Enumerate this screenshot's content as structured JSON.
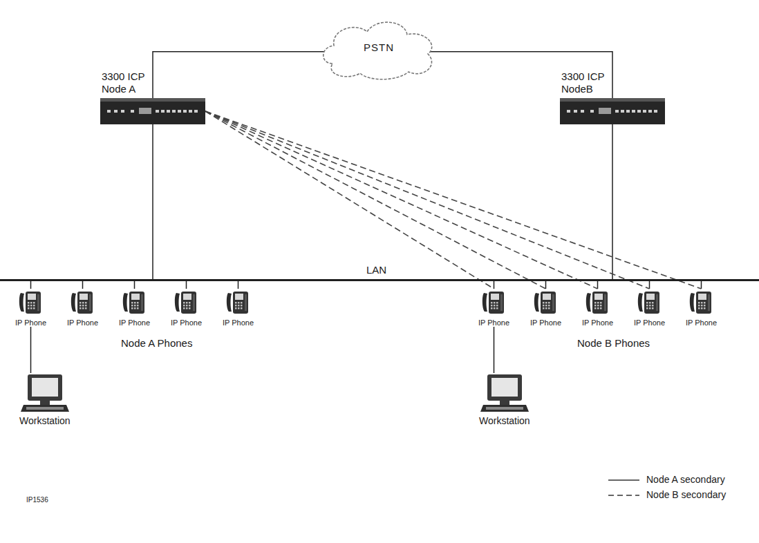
{
  "diagram": {
    "nodes": [
      {
        "text": [
          "PSTN"
        ]
      },
      {
        "text": [
          "3300 ICP Node A"
        ]
      },
      {
        "text": [
          "3300 ICP NodeB"
        ]
      },
      {
        "text": [
          "LAN"
        ]
      },
      {
        "text": [
          "IP Phone"
        ]
      },
      {
        "text": [
          "IP Phone"
        ]
      },
      {
        "text": [
          "IP Phone"
        ]
      },
      {
        "text": [
          "IP Phone"
        ]
      },
      {
        "text": [
          "IP Phone"
        ]
      },
      {
        "text": [
          "IP Phone"
        ]
      },
      {
        "text": [
          "IP Phone"
        ]
      },
      {
        "text": [
          "IP Phone"
        ]
      },
      {
        "text": [
          "IP Phone"
        ]
      },
      {
        "text": [
          "IP Phone"
        ]
      },
      {
        "text": [
          "Workstation"
        ]
      },
      {
        "text": [
          "Workstation"
        ]
      }
    ],
    "edges": [
      {
        "from": 0,
        "to": 1,
        "arrow": "none"
      },
      {
        "from": 0,
        "to": 2,
        "arrow": "none"
      },
      {
        "from": 1,
        "to": 3,
        "arrow": "none"
      },
      {
        "from": 2,
        "to": 3,
        "arrow": "none"
      },
      {
        "from": 3,
        "to": 4,
        "arrow": "none"
      },
      {
        "from": 3,
        "to": 5,
        "arrow": "none"
      },
      {
        "from": 3,
        "to": 6,
        "arrow": "none"
      },
      {
        "from": 3,
        "to": 7,
        "arrow": "none"
      },
      {
        "from": 3,
        "to": 8,
        "arrow": "none"
      },
      {
        "from": 3,
        "to": 9,
        "arrow": "none"
      },
      {
        "from": 3,
        "to": 10,
        "arrow": "none"
      },
      {
        "from": 3,
        "to": 11,
        "arrow": "none"
      },
      {
        "from": 3,
        "to": 12,
        "arrow": "none"
      },
      {
        "from": 3,
        "to": 13,
        "arrow": "none"
      },
      {
        "from": 4,
        "to": 14,
        "arrow": "none"
      },
      {
        "from": 9,
        "to": 15,
        "arrow": "none"
      },
      {
        "from": 1,
        "to": 9,
        "arrow": "none"
      },
      {
        "from": 1,
        "to": 10,
        "arrow": "none"
      },
      {
        "from": 1,
        "to": 11,
        "arrow": "none"
      },
      {
        "from": 1,
        "to": 12,
        "arrow": "none"
      },
      {
        "from": 1,
        "to": 13,
        "arrow": "none"
      }
    ],
    "labels": [
      "Node A Phones",
      "Node B Phones",
      "IP1536"
    ],
    "legend": [
      {
        "text": "Node A secondary"
      },
      {
        "text": "Node B secondary"
      }
    ]
  }
}
